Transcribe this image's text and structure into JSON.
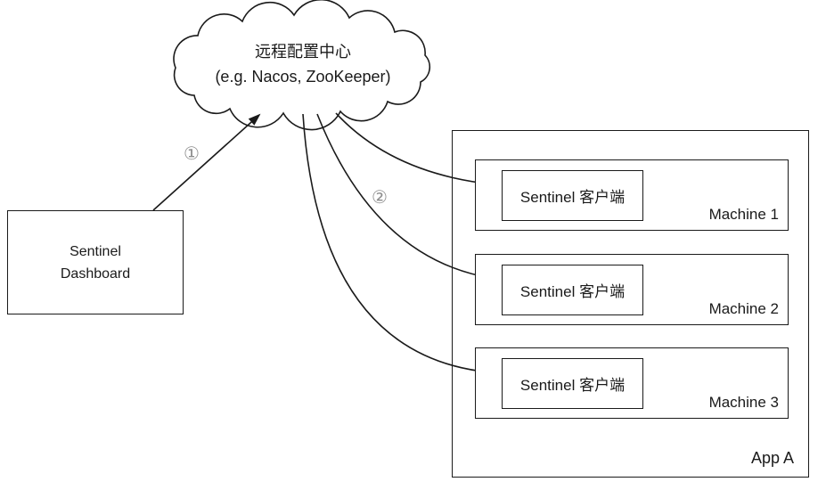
{
  "diagram": {
    "cloud": {
      "line1": "远程配置中心",
      "line2": "(e.g. Nacos, ZooKeeper)"
    },
    "dashboard": {
      "line1": "Sentinel",
      "line2": "Dashboard"
    },
    "arrows": {
      "push_step_label": "①",
      "fetch_step_label": "②"
    },
    "app": {
      "label": "App A",
      "machines": [
        {
          "label": "Machine 1",
          "client": "Sentinel 客户端"
        },
        {
          "label": "Machine 2",
          "client": "Sentinel 客户端"
        },
        {
          "label": "Machine 3",
          "client": "Sentinel 客户端"
        }
      ]
    },
    "colors": {
      "stroke": "#1a1a1a",
      "step_label": "#8c8c8c",
      "background": "#ffffff"
    }
  }
}
